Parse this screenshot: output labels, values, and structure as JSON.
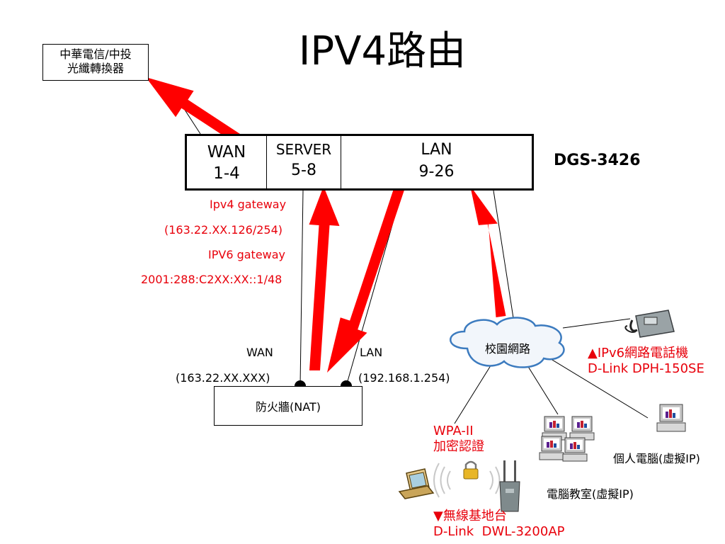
{
  "title": "IPV4路由",
  "isp_box": {
    "line1": "中華電信/中投",
    "line2": "光纖轉換器"
  },
  "switch": {
    "model": "DGS-3426",
    "wan": {
      "name": "WAN",
      "ports": "1-4"
    },
    "server": {
      "name": "SERVER",
      "ports": "5-8"
    },
    "lan": {
      "name": "LAN",
      "ports": "9-26"
    }
  },
  "gateway": {
    "ipv4_label": "Ipv4 gateway",
    "ipv4_addr": "(163.22.XX.126/254)",
    "ipv6_label": "IPV6 gateway",
    "ipv6_addr": "2001:288:C2XX:XX::1/48"
  },
  "firewall": {
    "label": "防火牆(NAT)",
    "wan_label": "WAN",
    "wan_ip": "(163.22.XX.XXX)",
    "lan_label": "LAN",
    "lan_ip": "(192.168.1.254)"
  },
  "campus_network": "校園網路",
  "ipv6_phone": {
    "line1": "▲IPv6網路電話機",
    "line2": "D-Link DPH-150SE"
  },
  "pc": "個人電腦(虛擬IP)",
  "classroom": "電腦教室(虛擬IP)",
  "wpa": {
    "line1": "WPA-II",
    "line2": "加密認證"
  },
  "ap": {
    "line1": "▼無線基地台",
    "line2": "D-Link  DWL-3200AP"
  },
  "colors": {
    "arrow_red": "#ff0000",
    "text_red": "#e8000b",
    "line": "#000000"
  },
  "icons": [
    "cloud-icon",
    "phone-icon",
    "computer-icon",
    "laptop-icon",
    "lock-icon",
    "access-point-icon",
    "wifi-signal-icon"
  ]
}
